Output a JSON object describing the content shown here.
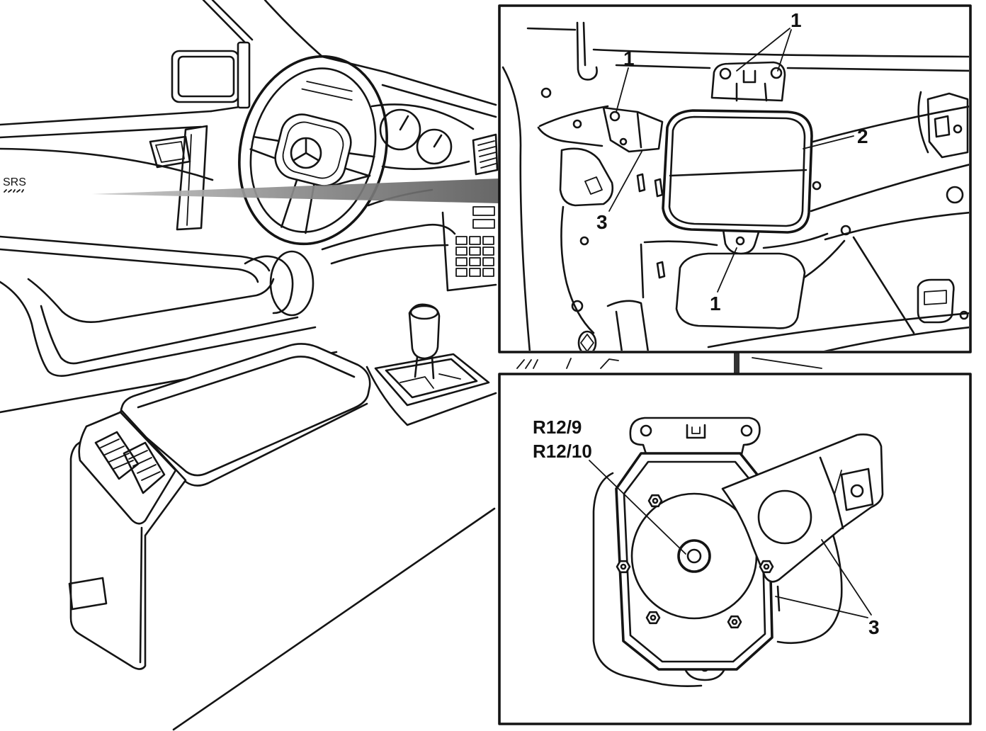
{
  "overview": {
    "srs_label": "SRS"
  },
  "detail_top": {
    "callouts": [
      "1",
      "1",
      "2",
      "3",
      "1"
    ]
  },
  "detail_bottom": {
    "component_labels": [
      "R12/9",
      "R12/10"
    ],
    "callout": "3"
  }
}
